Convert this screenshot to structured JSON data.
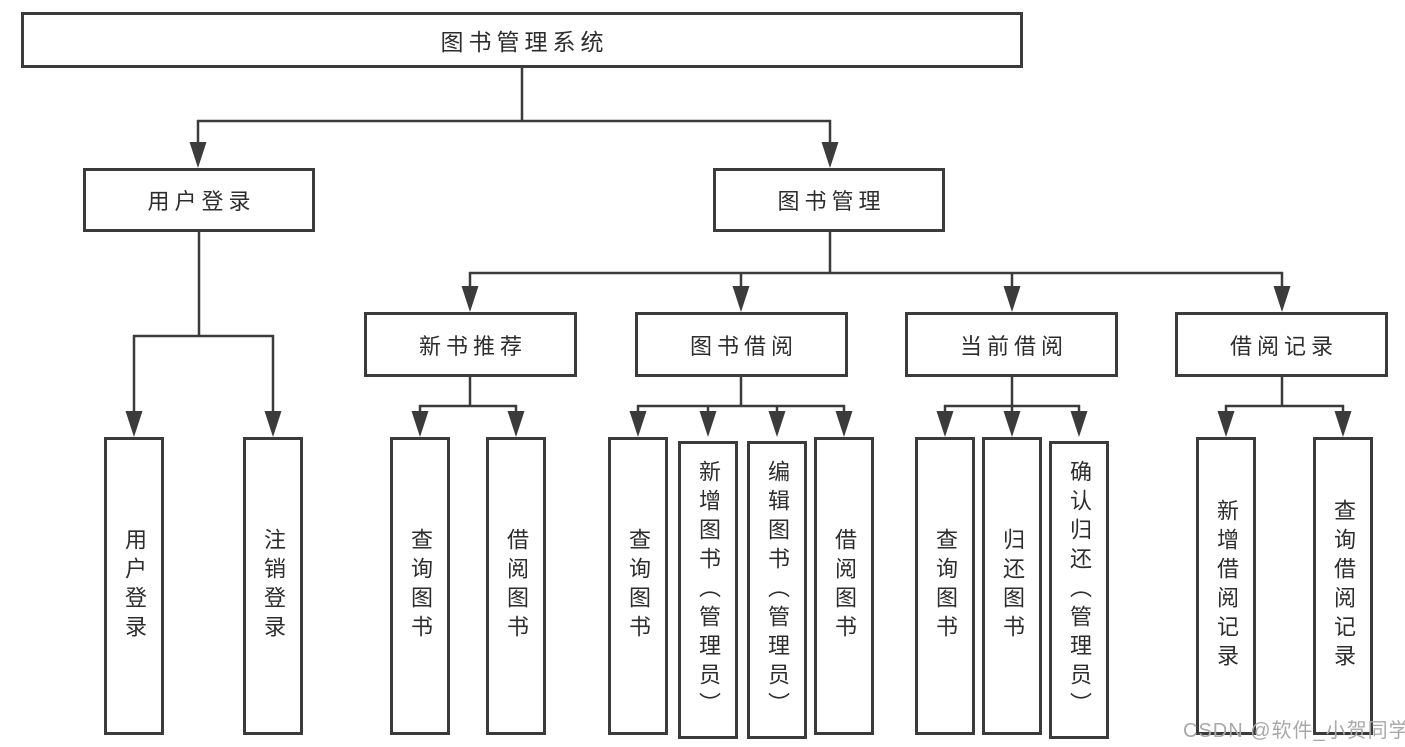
{
  "nodes": {
    "root": "图书管理系统",
    "user_login": "用户登录",
    "book_mgmt": "图书管理",
    "new_book_rec": "新书推荐",
    "book_borrow": "图书借阅",
    "current_borrow": "当前借阅",
    "borrow_records": "借阅记录",
    "ul_login": "用户登录",
    "ul_logout": "注销登录",
    "nr_query": "查询图书",
    "nr_borrow": "借阅图书",
    "bb_query": "查询图书",
    "bb_add": "新增图书（管理员）",
    "bb_edit": "编辑图书（管理员）",
    "bb_borrow": "借阅图书",
    "cb_query": "查询图书",
    "cb_return": "归还图书",
    "cb_confirm": "确认归还（管理员）",
    "br_add": "新增借阅记录",
    "br_query": "查询借阅记录"
  },
  "structure": {
    "图书管理系统": {
      "用户登录": [
        "用户登录",
        "注销登录"
      ],
      "图书管理": {
        "新书推荐": [
          "查询图书",
          "借阅图书"
        ],
        "图书借阅": [
          "查询图书",
          "新增图书（管理员）",
          "编辑图书（管理员）",
          "借阅图书"
        ],
        "当前借阅": [
          "查询图书",
          "归还图书",
          "确认归还（管理员）"
        ],
        "借阅记录": [
          "新增借阅记录",
          "查询借阅记录"
        ]
      }
    }
  },
  "watermark": "CSDN @软件_小贺同学",
  "colors": {
    "line": "#3b3b3b",
    "text": "#2d2d2d",
    "watermark": "#a9a9a9",
    "background": "#ffffff"
  }
}
